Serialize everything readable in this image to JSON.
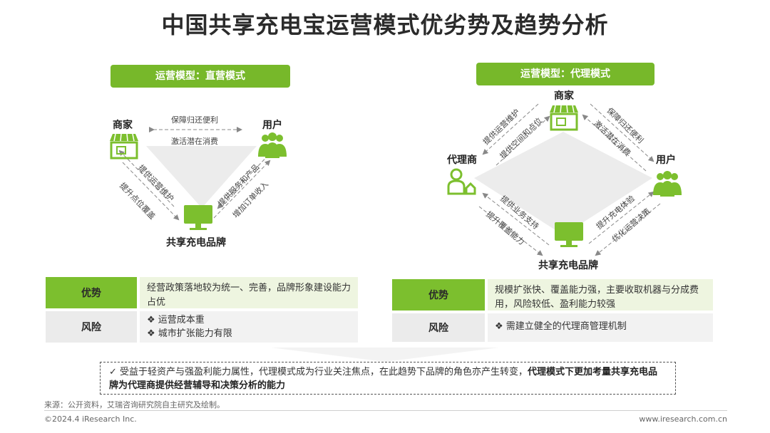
{
  "title": "中国共享充电宝运营模式优劣势及趋势分析",
  "left_model": {
    "label": "运营模型：直营模式",
    "nodes": {
      "merchant": "商家",
      "user": "用户",
      "brand": "共享充电品牌"
    },
    "edges": {
      "top_1": "保障归还便利",
      "top_2": "激活潜在消费",
      "left_1": "提供运营维护",
      "left_2": "提升点位覆盖",
      "right_1": "提供服务和产品",
      "right_2": "增加订单收入"
    }
  },
  "right_model": {
    "label": "运营模型：代理模式",
    "nodes": {
      "merchant": "商家",
      "agent": "代理商",
      "user": "用户",
      "brand": "共享充电品牌"
    },
    "edges": {
      "tl_1": "提供运营维护",
      "tl_2": "提供空间和点位",
      "tr_1": "保障归还便利",
      "tr_2": "激活潜在消费",
      "bl_1": "提供业务支持",
      "bl_2": "提升覆盖能力",
      "br_1": "提升充电体验",
      "br_2": "优化运营决策"
    }
  },
  "left_table": {
    "adv_head": "优势",
    "adv_text": "经营政策落地较为统一、完善，品牌形象建设能力占优",
    "risk_head": "风险",
    "risk_items": [
      "❖  运营成本重",
      "❖  城市扩张能力有限"
    ]
  },
  "right_table": {
    "adv_head": "优势",
    "adv_text": "规模扩张快、覆盖能力强，主要收取机器与分成费用，风险较低、盈利能力较强",
    "risk_head": "风险",
    "risk_items": [
      "❖  需建立健全的代理商管理机制"
    ]
  },
  "conclusion": {
    "prefix": "✓  受益于轻资产与强盈利能力属性，代理模式成为行业关注焦点，在此趋势下品牌的角色亦产生转变，",
    "bold": "代理模式下更加考量共享充电品牌为代理商提供经营辅导和决策分析的能力"
  },
  "source": "来源：公开资料，艾瑞咨询研究院自主研究及绘制。",
  "copyright": "©2024.4 iResearch Inc.",
  "website": "www.iresearch.com.cn",
  "colors": {
    "accent": "#77b82a",
    "light_accent": "#eef5e0",
    "risk_bg": "#f2f2f2",
    "diamond": "#ececec"
  }
}
